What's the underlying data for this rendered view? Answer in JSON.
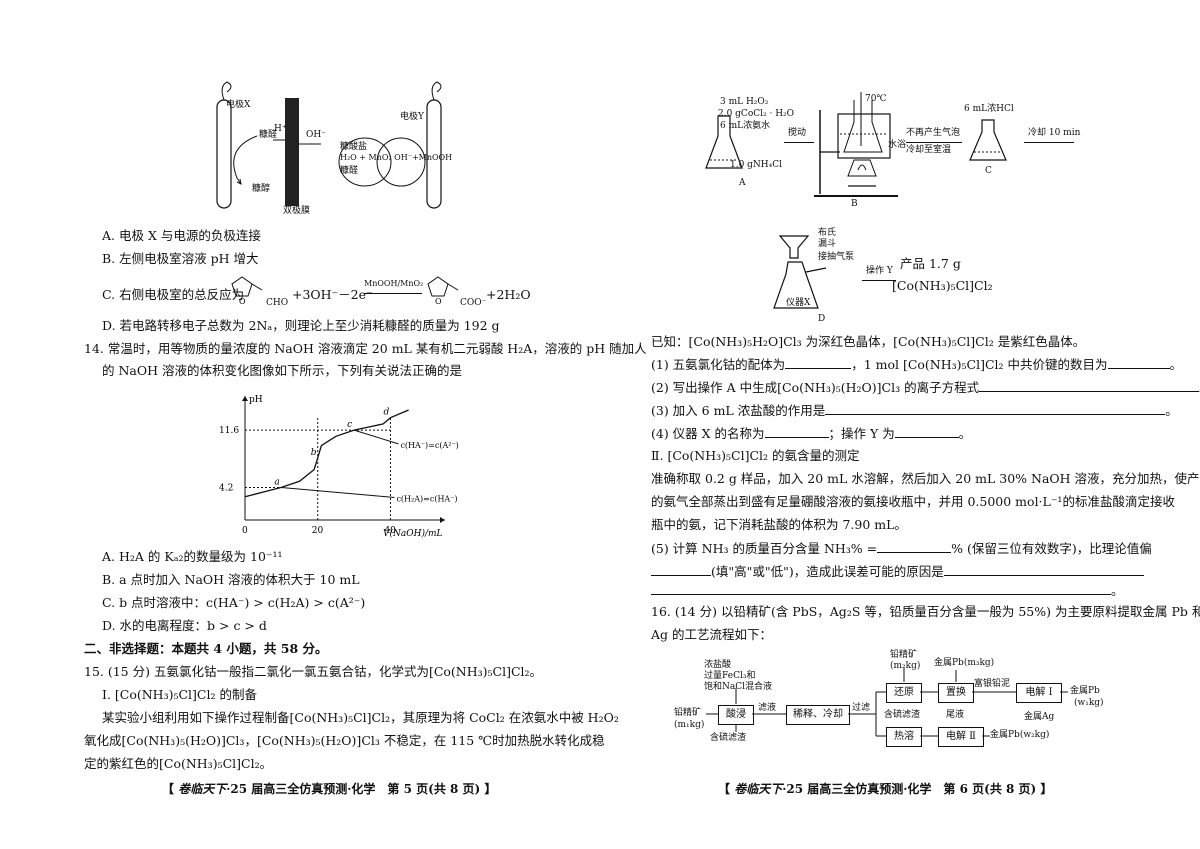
{
  "left": {
    "electro": {
      "electrode_x": "电极X",
      "electrode_y": "电极Y",
      "h_plus": "H⁺",
      "oh_minus": "OH⁻",
      "furfural_1": "糠醛",
      "furfuryl_alcohol": "糠醇",
      "furoate": "糠酸盐",
      "mno2_eq": "H₂O + MnO₂ OH⁻+MnOOH",
      "furfural_2": "糠醛",
      "membrane": "双极膜"
    },
    "q13_options": {
      "A": "A. 电极 X 与电源的负极连接",
      "B": "B. 左侧电极室溶液 pH 增大",
      "C_prefix": "C. 右侧电极室的总反应为",
      "C_cho": "CHO",
      "C_mid": "+3OH⁻－2e⁻",
      "C_catalyst": "MnOOH/MnO₂",
      "C_coo": "COO⁻",
      "C_end": "+2H₂O",
      "D": "D. 若电路转移电子总数为 2Nₐ，则理论上至少消耗糠醛的质量为 192 g"
    },
    "q14": {
      "line1": "14. 常温时，用等物质的量浓度的 NaOH 溶液滴定 20 mL 某有机二元弱酸 H₂A，溶液的 pH 随加人",
      "line2": "的 NaOH 溶液的体积变化图像如下所示，下列有关说法正确的是",
      "A": "A. H₂A 的 Kₐ₂的数量级为 10⁻¹¹",
      "B": "B. a 点时加入 NaOH 溶液的体积大于 10 mL",
      "C": "C. b 点时溶液中：c(HA⁻) > c(H₂A) > c(A²⁻)",
      "D": "D. 水的电离程度：b > c > d"
    },
    "section2": "二、非选择题：本题共 4 小题，共 58 分。",
    "q15": {
      "line1": "15. (15 分) 五氨氯化钴一般指二氯化一氯五氨合钴，化学式为[Co(NH₃)₅Cl]Cl₂。",
      "part1": "Ⅰ. [Co(NH₃)₅Cl]Cl₂ 的制备",
      "p1": "某实验小组利用如下操作过程制备[Co(NH₃)₅Cl]Cl₂，其原理为将 CoCl₂ 在浓氨水中被 H₂O₂",
      "p2": "氧化成[Co(NH₃)₅(H₂O)]Cl₃，[Co(NH₃)₅(H₂O)]Cl₃ 不稳定，在 115 ℃时加热脱水转化成稳",
      "p3": "定的紫红色的[Co(NH₃)₅Cl]Cl₂。"
    },
    "footer": {
      "logo": "卷临天下",
      "text": "·25 届高三全仿真预测·化学　第 5 页(共 8 页)"
    }
  },
  "chart_data": {
    "type": "line",
    "title": "",
    "xlabel": "V(NaOH)/mL",
    "ylabel": "pH",
    "x_ticks": [
      "0",
      "20",
      "40"
    ],
    "y_ticks": [
      "4.2",
      "11.6"
    ],
    "points": [
      {
        "label": "a",
        "x": 10,
        "y": 4.2
      },
      {
        "label": "b",
        "x": 20,
        "y": 8.0
      },
      {
        "label": "c",
        "x": 30,
        "y": 11.6
      },
      {
        "label": "d",
        "x": 40,
        "y": 13.2
      }
    ],
    "series": [
      {
        "x": [
          0,
          10,
          15,
          19,
          20,
          21,
          25,
          30,
          38,
          40,
          45
        ],
        "y": [
          3.0,
          4.2,
          5.0,
          6.5,
          8.0,
          9.6,
          10.8,
          11.6,
          12.4,
          13.2,
          14.2
        ]
      }
    ],
    "annotations": [
      "c(HA⁻)=c(A²⁻)",
      "c(H₂A)=c(HA⁻)"
    ]
  },
  "right": {
    "apparatus": {
      "a_reagent1": "3 mL H₂O₂",
      "a_reagent2": "2.0 gCoCl₂ · H₂O",
      "a_reagent3": "6 mL浓氨水",
      "a_reagent4": "1.0 gNH₄Cl",
      "a_label": "A",
      "stir": "搅动",
      "temp": "70℃",
      "water_bath": "水浴",
      "b_label": "B",
      "cool_line1": "不再产生气泡",
      "cool_line2": "冷却至室温",
      "hcl": "6 mL浓HCl",
      "c_label": "C",
      "cool_time": "冷却 10 min",
      "funnel1": "布氏",
      "funnel2": "漏斗",
      "pump": "接抽气泵",
      "op_y": "操作 Y",
      "product": "产品 1.7 g",
      "product_formula": "[Co(NH₃)₅Cl]Cl₂",
      "instrument_x": "仪器X",
      "d_label": "D"
    },
    "q15": {
      "known": "已知：[Co(NH₃)₅H₂O]Cl₃ 为深红色晶体，[Co(NH₃)₅Cl]Cl₂ 是紫红色晶体。",
      "q1a": "(1) 五氨氯化钴的配体为",
      "q1b": "，1 mol [Co(NH₃)₅Cl]Cl₂ 中共价键的数目为",
      "q1c": "。",
      "q2": "(2) 写出操作 A 中生成[Co(NH₃)₅(H₂O)]Cl₃ 的离子方程式",
      "q2e": "。",
      "q3": "(3) 加入 6 mL 浓盐酸的作用是",
      "q3e": "。",
      "q4a": "(4) 仪器 X 的名称为",
      "q4b": "；操作 Y 为",
      "q4e": "。",
      "part2": "Ⅱ. [Co(NH₃)₅Cl]Cl₂ 的氨含量的测定",
      "p1": "准确称取 0.2 g 样品，加入 20 mL 水溶解，然后加入 20 mL 30% NaOH 溶液，充分加热，使产生",
      "p2": "的氨气全部蒸出到盛有足量硼酸溶液的氨接收瓶中，并用 0.5000 mol·L⁻¹的标准盐酸滴定接收",
      "p3": "瓶中的氨，记下消耗盐酸的体积为 7.90 mL。",
      "q5a": "(5) 计算 NH₃ 的质量百分含量 NH₃% =",
      "q5b": "% (保留三位有效数字)，比理论值偏",
      "q5c": "(填\"高\"或\"低\")，造成此误差可能的原因是",
      "q5e": "。"
    },
    "q16": {
      "line1": "16. (14 分) 以铅精矿(含 PbS，Ag₂S 等，铅质量百分含量一般为 55%) 为主要原料提取金属 Pb 和",
      "line2": "Ag 的工艺流程如下："
    },
    "flow": {
      "reagents1": "浓盐酸",
      "reagents2": "过量FeCl₃和",
      "reagents3": "饱和NaCl混合液",
      "ore": "铅精矿",
      "ore_mass": "(m₁kg)",
      "leach": "酸浸",
      "sulfur_residue": "含硫滤渣",
      "filtrate": "滤液",
      "dilute": "稀释、冷却",
      "filter": "过滤",
      "ore2": "铅精矿",
      "ore2_mass": "(m₂kg)",
      "pb_metal": "金属Pb(m₃kg)",
      "reduce": "还原",
      "replace": "置换",
      "rich_silver": "富银铅泥",
      "elec1": "电解 Ⅰ",
      "out_pb": "金属Pb",
      "out_pb_mass": "(w₁kg)",
      "sulfur_residue2": "含硫滤渣",
      "tail": "尾液",
      "ag": "金属Ag",
      "hot": "热溶",
      "elec2": "电解 Ⅱ",
      "out_pb2": "金属Pb(w₂kg)"
    },
    "footer": {
      "logo": "卷临天下",
      "text": "·25 届高三全仿真预测·化学　第 6 页(共 8 页)"
    }
  }
}
